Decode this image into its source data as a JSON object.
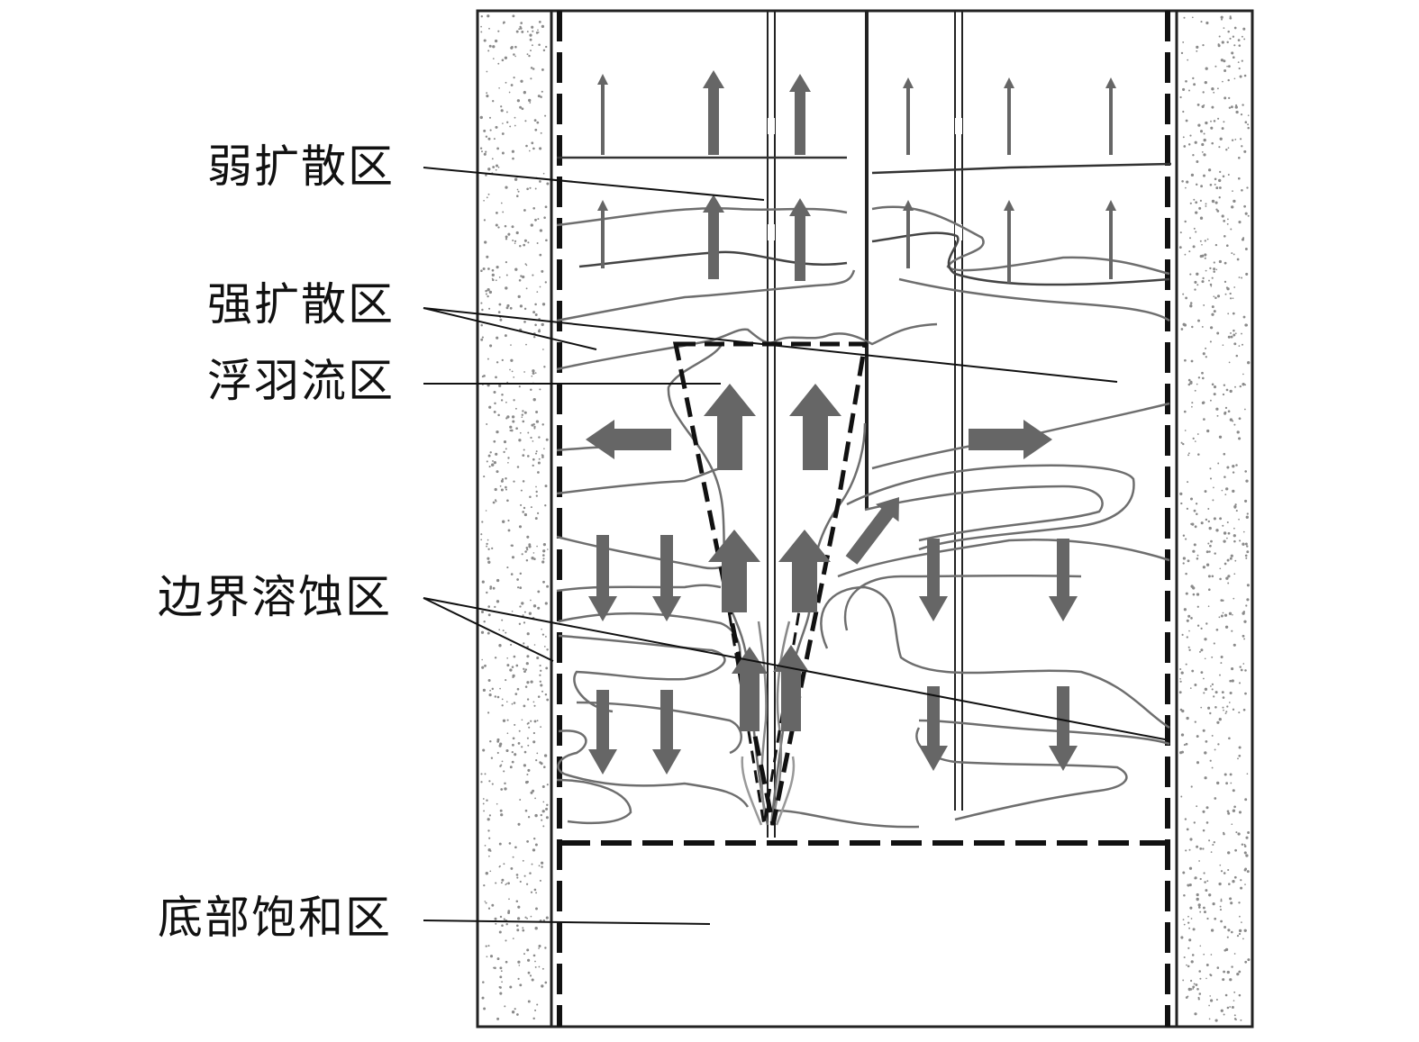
{
  "labels": {
    "weak_diffusion": "弱扩散区",
    "strong_diffusion": "强扩散区",
    "plume": "浮羽流区",
    "boundary_dissolution": "边界溶蚀区",
    "bottom_saturation": "底部饱和区"
  },
  "colors": {
    "arrow": "#666666",
    "line": "#111111",
    "contour": "#6e6e6e",
    "sand": "#8a8a8a",
    "background": "#ffffff"
  }
}
